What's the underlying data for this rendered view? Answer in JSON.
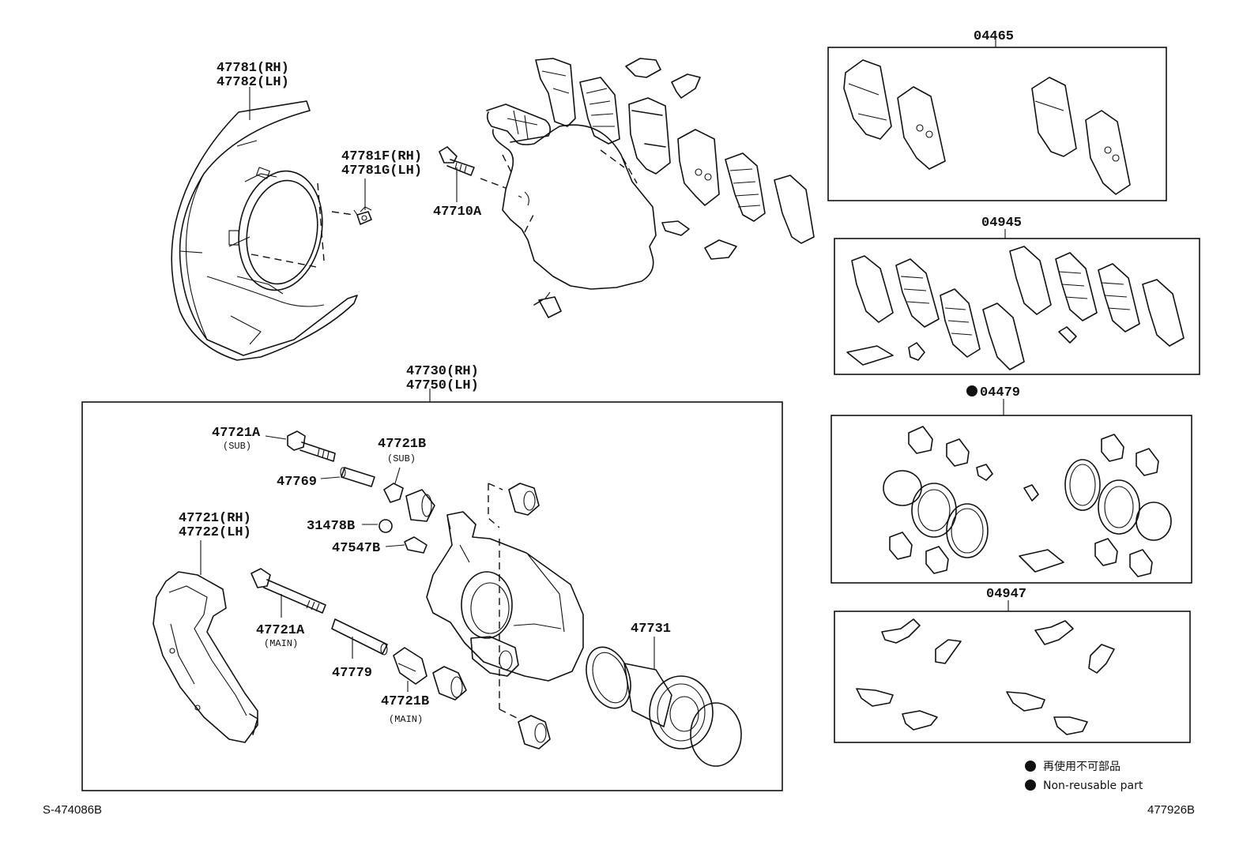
{
  "labels": {
    "p47781_rh": "47781(RH)",
    "p47782_lh": "47782(LH)",
    "p47781f_rh": "47781F(RH)",
    "p47781g_lh": "47781G(LH)",
    "p47710a": "47710A",
    "p47730_rh": "47730(RH)",
    "p47750_lh": "47750(LH)",
    "p47721a_sub": "47721A",
    "sub1": "(SUB)",
    "p47721b_sub": "47721B",
    "sub2": "(SUB)",
    "p47769": "47769",
    "p31478b": "31478B",
    "p47547b": "47547B",
    "p47721_rh": "47721(RH)",
    "p47722_lh": "47722(LH)",
    "p47721a_main": "47721A",
    "main1": "(MAIN)",
    "p47779": "47779",
    "p47721b_main": "47721B",
    "main2": "(MAIN)",
    "p47731": "47731",
    "k04465": "04465",
    "k04945": "04945",
    "k04479": "04479",
    "k04947": "04947"
  },
  "legend": {
    "jp": "再使用不可部品",
    "en": "Non-reusable part"
  },
  "footer": {
    "left_code": "S-474086B",
    "right_code": "477926B"
  }
}
